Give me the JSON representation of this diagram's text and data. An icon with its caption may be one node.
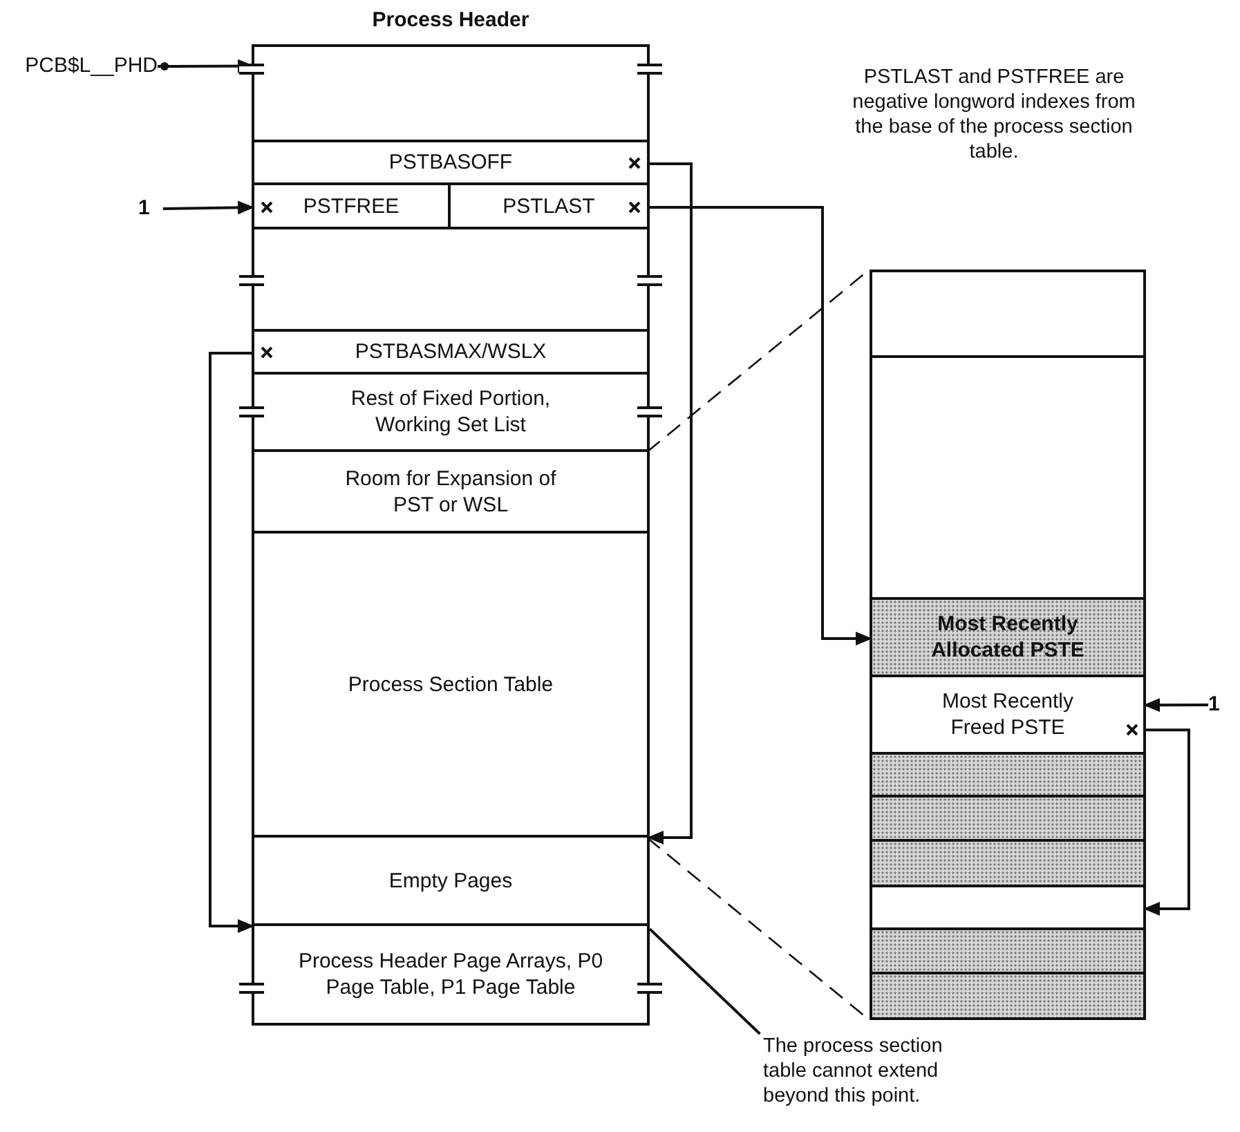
{
  "diagram": {
    "title": "Process Header",
    "nodes": [
      {
        "text": [],
        "shape": "box"
      },
      {
        "text": [],
        "shape": "box",
        "in": 0
      },
      {
        "text": [
          "PSTBASOFF"
        ],
        "in": 0
      },
      {
        "text": [
          "PSTFREE"
        ],
        "in": 0
      },
      {
        "text": [
          "PSTLAST"
        ],
        "in": 0
      },
      {
        "text": [],
        "shape": "box",
        "in": 0
      },
      {
        "text": [
          "PSTBASMAX/WSLX"
        ],
        "in": 0
      },
      {
        "text": [
          "Rest of Fixed Portion, Working Set List"
        ],
        "in": 0
      },
      {
        "text": [
          "Room for Expansion of PST or WSL"
        ],
        "in": 0
      },
      {
        "text": [
          "Process Section Table"
        ],
        "in": 0
      },
      {
        "text": [
          "Empty Pages"
        ],
        "in": 0
      },
      {
        "text": [
          "Process Header Page Arrays, P0 Page Table, P1 Page Table"
        ],
        "in": 0
      },
      {
        "text": [
          "PCB$L__PHD"
        ]
      },
      {
        "text": [
          "1"
        ]
      },
      {
        "text": [],
        "shape": "box"
      },
      {
        "text": [],
        "shape": "box",
        "in": 14
      },
      {
        "text": [],
        "shape": "box",
        "in": 14
      },
      {
        "text": [
          "Most Recently Allocated PSTE"
        ],
        "in": 14
      },
      {
        "text": [
          "Most Recently Freed PSTE"
        ],
        "in": 14
      },
      {
        "text": [],
        "shape": "box",
        "in": 14
      },
      {
        "text": [],
        "shape": "box",
        "in": 14
      },
      {
        "text": [],
        "shape": "box",
        "in": 14
      },
      {
        "text": [],
        "shape": "box",
        "in": 14
      },
      {
        "text": [],
        "shape": "box",
        "in": 14
      },
      {
        "text": [],
        "shape": "box",
        "in": 14
      },
      {
        "text": [
          "1"
        ]
      },
      {
        "text": [
          "The process section table cannot extend beyond this point."
        ]
      }
    ],
    "edges": [
      {
        "from": 12,
        "to": 1,
        "arrow": "to"
      },
      {
        "from": 13,
        "to": 3,
        "arrow": "to"
      },
      {
        "from": 2,
        "to": 10,
        "arrow": "to"
      },
      {
        "from": 4,
        "to": 17,
        "arrow": "to"
      },
      {
        "from": 6,
        "to": 11,
        "arrow": "to"
      },
      {
        "from": 25,
        "to": 18,
        "arrow": "to"
      },
      {
        "from": 18,
        "to": 22,
        "arrow": "to"
      },
      {
        "from": 8,
        "to": 14,
        "arrow": "none",
        "style": "dashed"
      },
      {
        "from": 9,
        "to": 14,
        "arrow": "none",
        "style": "dashed"
      },
      {
        "from": 26,
        "to": 0,
        "arrow": "none"
      }
    ],
    "labels": [
      "PSTLAST and PSTFREE are negative longword indexes from the base of the process section table."
    ]
  }
}
